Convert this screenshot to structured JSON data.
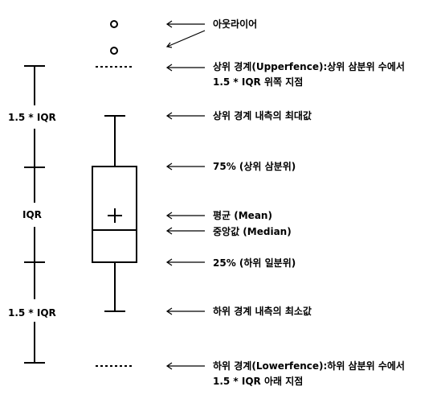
{
  "annotations": {
    "outlier": "아웃라이어",
    "upper_fence_line1": "상위 경계(Upperfence):상위 삼분위 수에서",
    "upper_fence_line2": "1.5 * IQR 위쪽 지점",
    "max_within": "상위 경계 내측의 최대값",
    "q3": "75% (상위 삼분위)",
    "mean": "평균 (Mean)",
    "median": "중앙값 (Median)",
    "q1": "25% (하위 일분위)",
    "min_within": "하위 경계 내측의 최소값",
    "lower_fence_line1": "하위 경계(Lowerfence):하위 삼분위 수에서",
    "lower_fence_line2": "1.5 * IQR 아래 지점"
  },
  "scale": {
    "upper_span": "1.5 * IQR",
    "iqr": "IQR",
    "lower_span": "1.5 * IQR"
  }
}
